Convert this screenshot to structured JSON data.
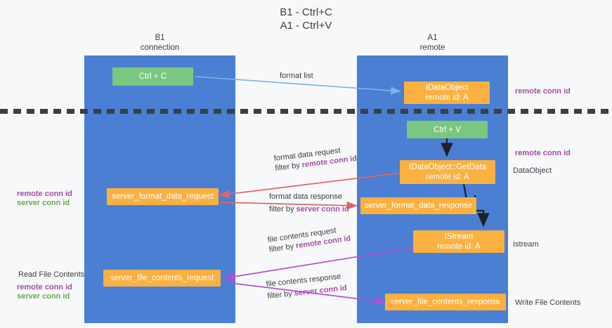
{
  "title": {
    "line1": "B1 - Ctrl+C",
    "line2": "A1 - Ctrl+V"
  },
  "columns": [
    {
      "name": "B1",
      "sub": "connection",
      "color": "#4a7fd4"
    },
    {
      "name": "A1",
      "sub": "remote",
      "color": "#4a7fd4"
    }
  ],
  "colors": {
    "lane": "#4a7fd4",
    "green_node": "#7ac77f",
    "orange_node": "#fbb040",
    "remote_conn_id": "#a64ca6",
    "server_conn_id": "#6aa84f",
    "arrow_blue": "#7cb3e8",
    "arrow_red": "#e06666",
    "arrow_purple": "#b14fd8",
    "arrow_black": "#202124",
    "divider": "#3c4043"
  },
  "nodes": {
    "ctrl_c": {
      "label": "Ctrl + C",
      "sub": ""
    },
    "idataobject": {
      "label": "IDataObject",
      "sub": "remote id: A"
    },
    "ctrl_v": {
      "label": "Ctrl + V",
      "sub": ""
    },
    "getdata": {
      "label": "IDataObject::GetData",
      "sub": "remote id: A"
    },
    "fmt_req": {
      "label": "server_format_data_request",
      "sub": ""
    },
    "fmt_resp": {
      "label": "server_format_data_response",
      "sub": ""
    },
    "istream": {
      "label": "IStream",
      "sub": "remote id: A"
    },
    "file_req": {
      "label": "server_file_contents_request",
      "sub": ""
    },
    "file_resp": {
      "label": "server_file_contents_response",
      "sub": ""
    }
  },
  "edge_labels": {
    "format_list": "format list",
    "fmt_req_l1": "format data request",
    "fmt_req_l2_prefix": "filter by ",
    "fmt_req_l2_key": "remote conn id",
    "fmt_resp_l1": "format data response",
    "fmt_resp_l2_prefix": "filter by ",
    "fmt_resp_l2_key": "server conn id",
    "file_req_l1": "file contents request",
    "file_req_l2_prefix": "filter by ",
    "file_req_l2_key": "remote conn id",
    "file_resp_l1": "file contents response",
    "file_resp_l2_prefix": "filter by ",
    "file_resp_l2_key": "server conn id"
  },
  "side_labels": {
    "right_remote_conn_id_top": "remote conn id",
    "right_remote_conn_id_mid": "remote conn id",
    "right_dataobject": "DataObject",
    "right_istream": "Istream",
    "right_write_file_contents": "Write File Contents",
    "left_remote_conn_id_mid": "remote conn id",
    "left_server_conn_id_mid": "server conn id",
    "left_read_file_contents": "Read File Contents",
    "left_remote_conn_id_bot": "remote conn id",
    "left_server_conn_id_bot": "server conn id"
  }
}
